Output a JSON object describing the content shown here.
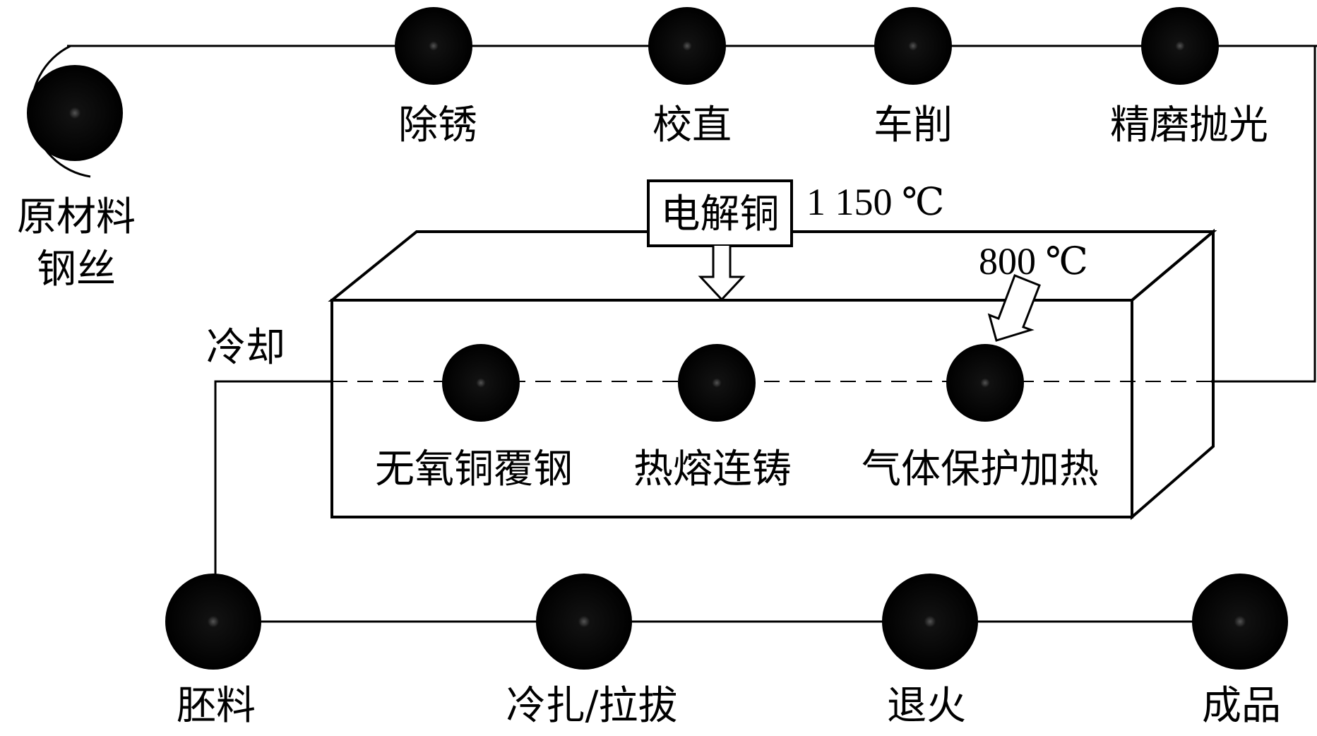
{
  "colors": {
    "line": "#000000",
    "node_fill": "#0a0a0a",
    "background": "#ffffff"
  },
  "nodes": {
    "raw_material": {
      "line1": "原材料",
      "line2": "钢丝"
    },
    "rust_removal": "除锈",
    "straightening": "校直",
    "turning": "车削",
    "grinding_polishing": "精磨抛光",
    "ofc_clad_steel": "无氧铜覆钢",
    "hot_dip_casting": "热熔连铸",
    "gas_shielded_heating": "气体保护加热",
    "blank": "胚料",
    "cold_rolling_drawing": "冷扎/拉拔",
    "annealing": "退火",
    "product": "成品"
  },
  "labels": {
    "cooling": "冷却",
    "electrolytic_copper": "电解铜",
    "temp_copper": "1 150 ℃",
    "temp_heating": "800 ℃"
  },
  "icons": {
    "node": "black-dot-icon",
    "copper_arrow": "down-hollow-arrow-icon",
    "heating_arrow": "diagonal-hollow-arrow-icon"
  }
}
